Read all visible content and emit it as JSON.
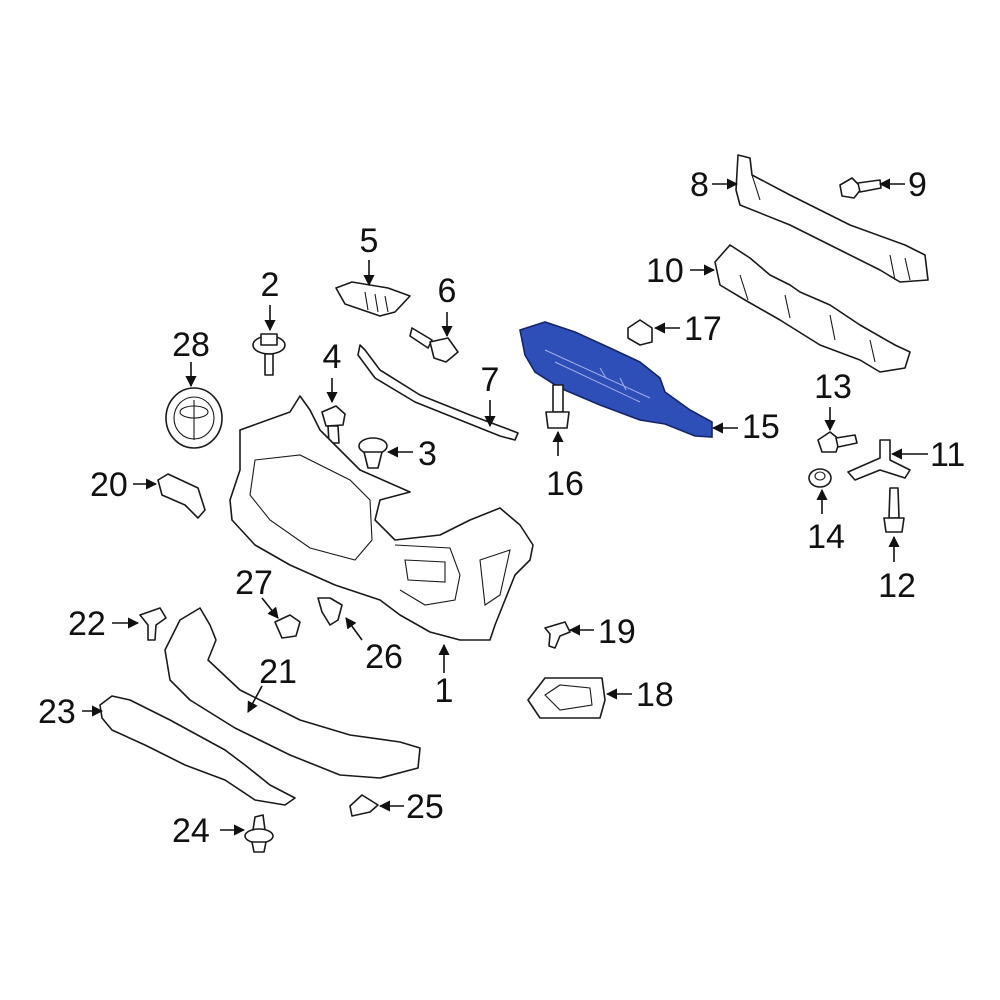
{
  "colors": {
    "highlight_fill": "#2f4fb8",
    "highlight_stroke": "#14246b",
    "line": "#1a1a1a",
    "background": "#ffffff"
  },
  "callouts": [
    "1",
    "2",
    "3",
    "4",
    "5",
    "6",
    "7",
    "8",
    "9",
    "10",
    "11",
    "12",
    "13",
    "14",
    "15",
    "16",
    "17",
    "18",
    "19",
    "20",
    "21",
    "22",
    "23",
    "24",
    "25",
    "26",
    "27",
    "28"
  ],
  "highlighted_part": "15"
}
